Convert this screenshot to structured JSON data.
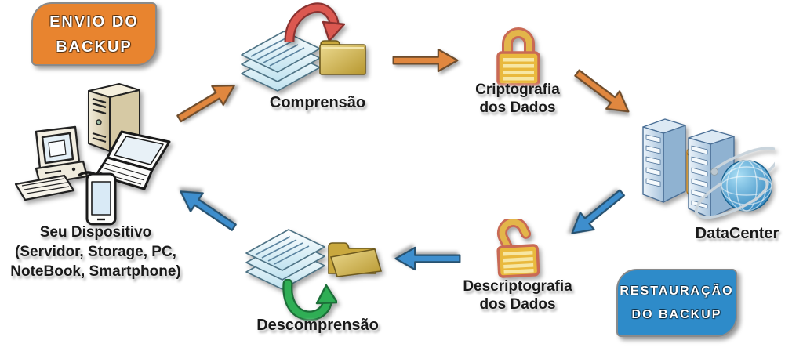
{
  "badges": {
    "envio": {
      "line1": "ENVIO DO",
      "line2": "BACKUP",
      "bg_color": "#E8842F",
      "text_color": "#FFFFFF"
    },
    "restauracao": {
      "line1": "RESTAURAÇÃO",
      "line2": "DO BACKUP",
      "bg_color": "#2E8BC9",
      "text_color": "#FFFFFF"
    }
  },
  "nodes": {
    "devices": {
      "lines": [
        "Seu Dispositivo",
        "(Servidor, Storage, PC,",
        "NoteBook, Smartphone)"
      ],
      "icon": "computer-devices-icon"
    },
    "compression": {
      "label": "Comprensão",
      "icons": [
        "document-stack-icon",
        "compress-curved-arrow-icon",
        "folder-closed-icon"
      ]
    },
    "encryption": {
      "line1": "Criptografia",
      "line2": "dos Dados",
      "icon": "padlock-closed-icon"
    },
    "datacenter": {
      "label": "DataCenter",
      "icon": "server-towers-globe-icon"
    },
    "decryption": {
      "line1": "Descriptografia",
      "line2": "dos Dados",
      "icon": "padlock-open-icon"
    },
    "decompression": {
      "label": "Descomprensão",
      "icons": [
        "document-stack-icon",
        "decompress-curved-arrow-icon",
        "folder-open-icon"
      ]
    }
  },
  "arrows": [
    {
      "name": "devices-to-compression",
      "direction": "up-right",
      "color": "#E0873F"
    },
    {
      "name": "compression-to-encryption",
      "direction": "right",
      "color": "#E0873F"
    },
    {
      "name": "encryption-to-datacenter",
      "direction": "down-right",
      "color": "#E0873F"
    },
    {
      "name": "datacenter-to-decryption",
      "direction": "down-left",
      "color": "#3E8ECD"
    },
    {
      "name": "decryption-to-decompression",
      "direction": "left",
      "color": "#3E8ECD"
    },
    {
      "name": "decompression-to-devices",
      "direction": "up-left",
      "color": "#3E8ECD"
    }
  ],
  "colors": {
    "badge_orange": "#E8842F",
    "badge_blue": "#2E8BC9",
    "arrow_orange": "#E0873F",
    "arrow_blue": "#3E8ECD",
    "compress_arrow_red": "#D9534F",
    "decompress_arrow_green": "#2FAE55",
    "folder_gold": "#D3B85C",
    "lock_gold": "#E9B93D",
    "label_text": "#1A1A1A"
  }
}
